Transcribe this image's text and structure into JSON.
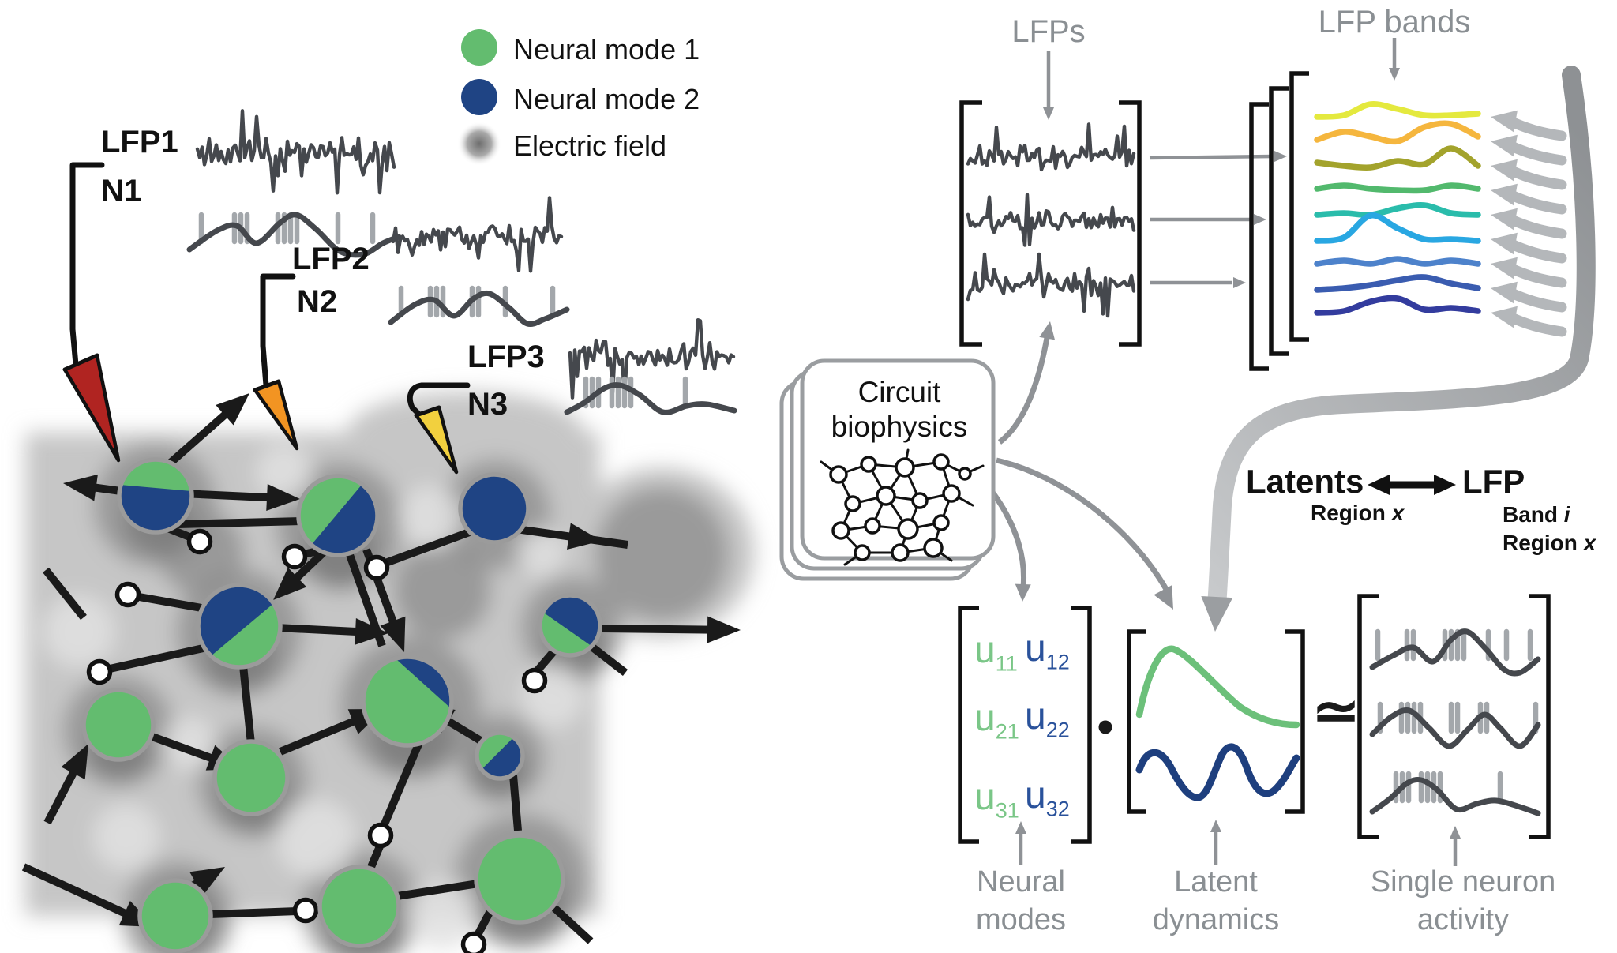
{
  "colors": {
    "mode1_green": "#63bc6f",
    "mode2_blue": "#1f4484",
    "u_green": "#7ac687",
    "u_blue": "#2a529b",
    "curve_green": "#6cc07a",
    "curve_blue": "#1e3f7e",
    "trace_dark": "#45484d",
    "tick_gray": "#a3a7ab",
    "label_gray": "#8a8f93",
    "arrow_gray": "#8f9296",
    "loop_gray_light": "#c8cacc",
    "loop_gray_dark": "#8e9194",
    "bracket_black": "#111111",
    "field_gray": "#c6c6c6",
    "neuron_ring": "#9b9b9b",
    "electrode_red": "#b02421",
    "electrode_orange": "#f29422",
    "electrode_yellow": "#f2d03e",
    "band_colors": [
      "#e4e93e",
      "#f5b63e",
      "#a3a32c",
      "#52b96d",
      "#2abcab",
      "#29a7e2",
      "#4d82cb",
      "#3a5cb0",
      "#333c9e"
    ]
  },
  "legend": {
    "items": [
      {
        "label": "Neural mode 1",
        "swatch": "green-circle"
      },
      {
        "label": "Neural mode 2",
        "swatch": "blue-circle"
      },
      {
        "label": "Electric field",
        "swatch": "gray-gradient"
      }
    ]
  },
  "probes": [
    {
      "lfp": "LFP1",
      "neuron": "N1",
      "color": "red"
    },
    {
      "lfp": "LFP2",
      "neuron": "N2",
      "color": "orange"
    },
    {
      "lfp": "LFP3",
      "neuron": "N3",
      "color": "yellow"
    }
  ],
  "right": {
    "lfps_title": "LFPs",
    "bands_title": "LFP bands",
    "circuit": {
      "line1": "Circuit",
      "line2": "biophysics"
    },
    "latents": {
      "left": "Latents",
      "left_sub_text": "Region",
      "left_sub_var": "x",
      "right": "LFP",
      "right_sub1_text": "Band",
      "right_sub1_var": "i",
      "right_sub2_text": "Region",
      "right_sub2_var": "x"
    },
    "equation": {
      "dot": "·",
      "approx": "≃"
    },
    "matrix": {
      "cells": [
        {
          "base": "u",
          "sub": "11",
          "mode": "green"
        },
        {
          "base": "u",
          "sub": "12",
          "mode": "blue"
        },
        {
          "base": "u",
          "sub": "21",
          "mode": "green"
        },
        {
          "base": "u",
          "sub": "22",
          "mode": "blue"
        },
        {
          "base": "u",
          "sub": "31",
          "mode": "green"
        },
        {
          "base": "u",
          "sub": "32",
          "mode": "blue"
        }
      ]
    },
    "labels": {
      "neural_modes_1": "Neural",
      "neural_modes_2": "modes",
      "latent_dynamics_1": "Latent",
      "latent_dynamics_2": "dynamics",
      "single_neuron_1": "Single neuron",
      "single_neuron_2": "activity"
    }
  }
}
